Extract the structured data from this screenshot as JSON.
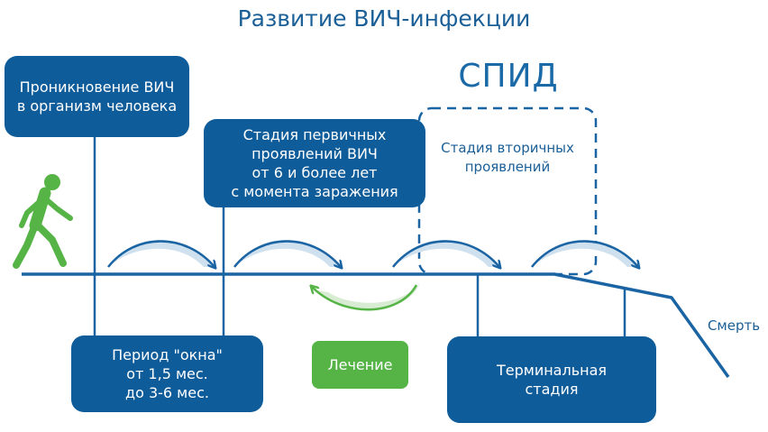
{
  "title": "Развитие ВИЧ-инфекции",
  "aids_label": "СПИД",
  "boxes": {
    "penetration": "Проникновение ВИЧ\nв организм человека",
    "primary": "Стадия первичных\nпроявлений ВИЧ\nот 6 и более лет\nс момента заражения",
    "window": "Период \"окна\"\nот 1,5 мес.\nдо 3-6 мес.",
    "treatment": "Лечение",
    "terminal": "Терминальная\nстадия"
  },
  "secondary_stage": "Стадия вторичных\nпроявлений",
  "death": "Смерть",
  "icons": {
    "person": "walking-person-icon"
  },
  "colors": {
    "dark_blue": "#0f5c9a",
    "line_blue": "#1a64a4",
    "green": "#56b447",
    "arrow_fill": "#cfe0ee"
  }
}
